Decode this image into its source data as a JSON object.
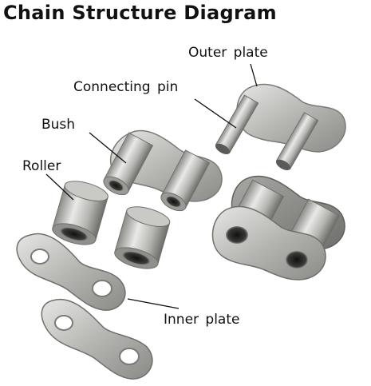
{
  "title": "Chain Structure Diagram",
  "labels": {
    "outer_plate": "Outer plate",
    "connecting_pin": "Connecting pin",
    "bush": "Bush",
    "roller": "Roller",
    "inner_plate": "Inner plate"
  },
  "colors": {
    "metal_light": "#d8d8d6",
    "metal_mid": "#a9a9a6",
    "metal_dark": "#6e6e6b",
    "hole_dark": "#2a2a28",
    "leader_line": "#111111"
  }
}
